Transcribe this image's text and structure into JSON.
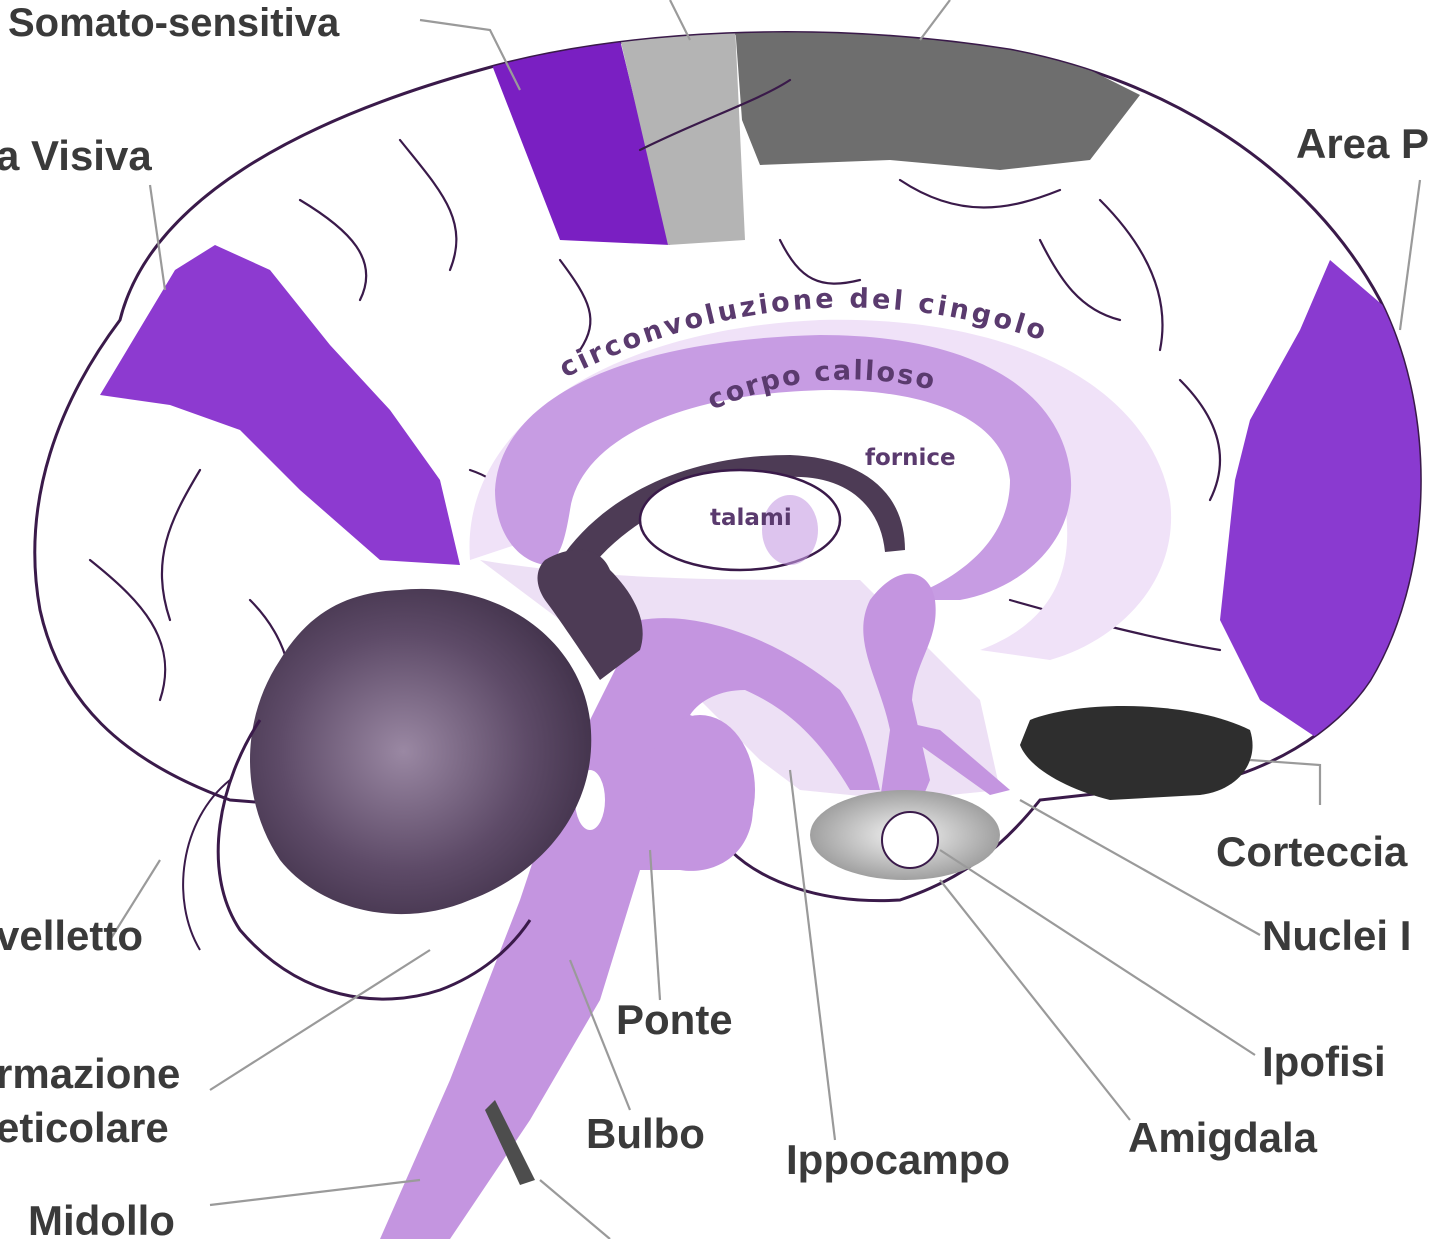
{
  "labels": {
    "somato": "Somato-sensitiva",
    "visiva": "a Visiva",
    "area_p": "Area P",
    "cervelletto": "velletto",
    "formazione_1": "rmazione",
    "formazione_2": "eticolare",
    "midollo": "Midollo",
    "ponte": "Ponte",
    "bulbo": "Bulbo",
    "ippocampo": "Ippocampo",
    "amigdala": "Amigdala",
    "ipofisi": "Ipofisi",
    "nuclei": "Nuclei I",
    "corteccia": "Corteccia"
  },
  "inner": {
    "cingolo": "circonvoluzione del cingolo",
    "calloso": "corpo calloso",
    "fornice": "fornice",
    "talami": "talami"
  },
  "colors": {
    "region_purple": "#7a1fc2",
    "region_light_gray": "#b4b4b4",
    "region_dark_gray": "#6e6e6e",
    "inner_lavender": "#c79ce3",
    "cerebellum": "#5a4862",
    "outline": "#3a1a4a",
    "label_text": "#3a3a3a"
  }
}
